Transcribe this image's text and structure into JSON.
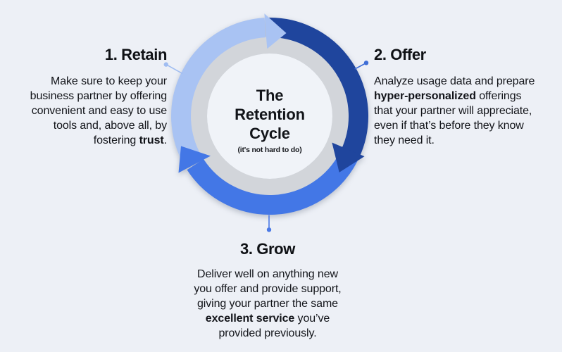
{
  "center": {
    "title": "The\nRetention\nCycle",
    "subtitle": "(it's not hard to do)"
  },
  "steps": [
    {
      "id": "retain",
      "heading": "1. Retain",
      "lines": [
        [
          {
            "t": "Make sure to keep your"
          }
        ],
        [
          {
            "t": "business partner by offering"
          }
        ],
        [
          {
            "t": "convenient and easy to use"
          }
        ],
        [
          {
            "t": "tools and, above all, by"
          }
        ],
        [
          {
            "t": "fostering "
          },
          {
            "t": "trust",
            "b": true
          },
          {
            "t": "."
          }
        ]
      ]
    },
    {
      "id": "offer",
      "heading": "2. Offer",
      "lines": [
        [
          {
            "t": "Analyze usage data and prepare"
          }
        ],
        [
          {
            "t": "hyper-personalized",
            "b": true
          },
          {
            "t": " offerings"
          }
        ],
        [
          {
            "t": "that your partner will appreciate,"
          }
        ],
        [
          {
            "t": "even if that’s before they know"
          }
        ],
        [
          {
            "t": "they need it."
          }
        ]
      ]
    },
    {
      "id": "grow",
      "heading": "3. Grow",
      "lines": [
        [
          {
            "t": "Deliver well on anything new"
          }
        ],
        [
          {
            "t": "you offer and provide support,"
          }
        ],
        [
          {
            "t": "giving your partner the same"
          }
        ],
        [
          {
            "t": "excellent service",
            "b": true
          },
          {
            "t": " you’ve"
          }
        ],
        [
          {
            "t": "provided previously."
          }
        ]
      ]
    }
  ],
  "colors": {
    "background": "#edf0f6",
    "light_blue": "#a9c3f3",
    "dark_blue": "#1f459d",
    "medium_blue": "#4377e6",
    "gray_ring": "#d2d5da",
    "inner_circle": "#f0f3f8",
    "retain_connector": "#a0bdf1",
    "offer_connector": "#3f6ed6",
    "grow_connector": "#4a79e6",
    "text": "#121419"
  }
}
